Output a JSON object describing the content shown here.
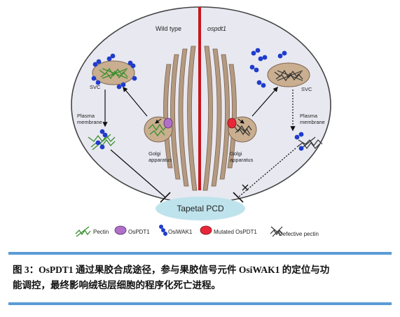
{
  "panels": {
    "left_title": "Wild type",
    "right_title": "ospdt1"
  },
  "labels": {
    "svc_left": "SVC",
    "svc_right": "SVC",
    "plasma_membrane_left": "Plasma membrane",
    "plasma_membrane_right": "Plasma membrane",
    "golgi_left": "Golgi apparatus",
    "golgi_right": "Golgi apparatus",
    "tapetal_pcd": "Tapetal PCD"
  },
  "legend": [
    {
      "icon": "pectin-icon",
      "label": "Pectin",
      "color": "#3a8f2e"
    },
    {
      "icon": "ospdt1-icon",
      "label": "OsPDT1",
      "color": "#b070c8"
    },
    {
      "icon": "osiwak1-icon",
      "label": "OsiWAK1",
      "color": "#1f3ccc"
    },
    {
      "icon": "mutated-ospdt1-icon",
      "label": "Mutated OsPDT1",
      "color": "#e8273a"
    },
    {
      "icon": "defective-pectin-icon",
      "label": "Defective pectin",
      "color": "#333333"
    }
  ],
  "caption": {
    "line1": "图 3：OsPDT1 通过果胶合成途径，参与果胶信号元件 OsiWAK1 的定位与功",
    "line2": "能调控，最终影响绒毡层细胞的程序化死亡进程。"
  },
  "colors": {
    "cell_fill": "#e8e8f1",
    "divider": "#c8161d",
    "vesicle_fill": "#c9ae8f",
    "golgi_stack": "#b49a80",
    "pcd_fill": "#bfe3ec",
    "rule": "#5b9bd5"
  }
}
